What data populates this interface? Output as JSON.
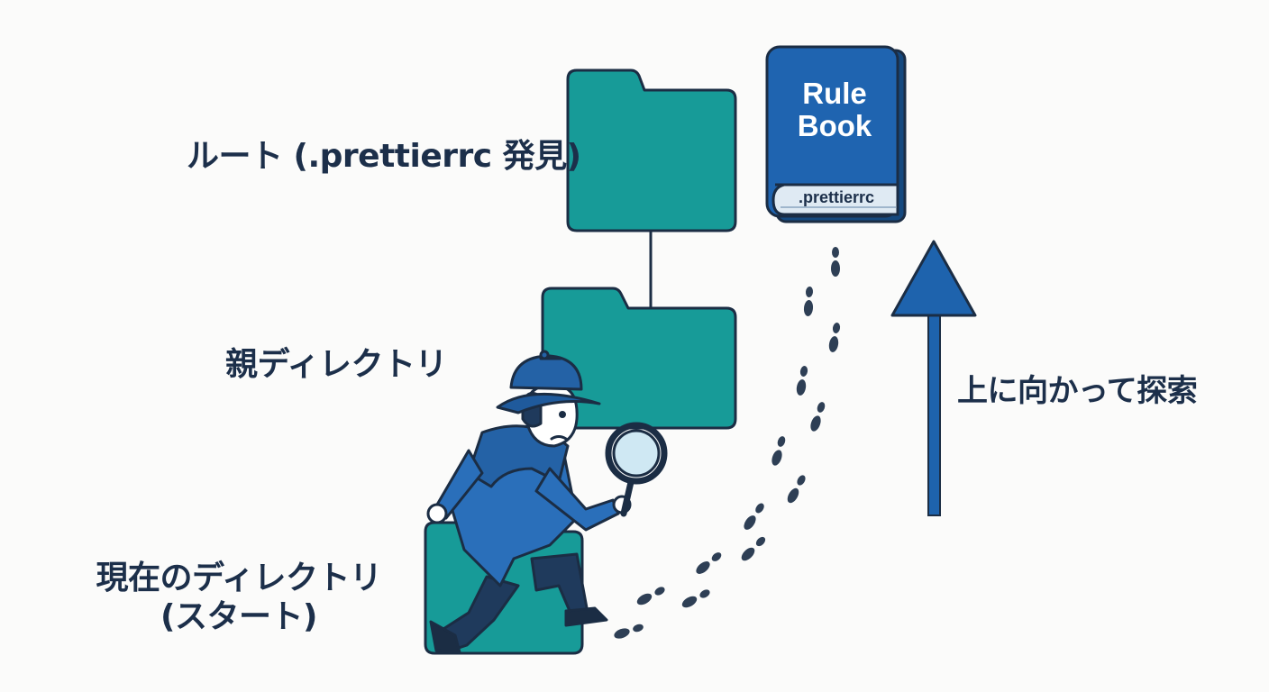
{
  "labels": {
    "root": "ルート (.prettierrc 発見)",
    "parent": "親ディレクトリ",
    "current_line1": "現在のディレクトリ",
    "current_line2": "(スタート)",
    "search": "上に向かって探索"
  },
  "book": {
    "title_line1": "Rule",
    "title_line2": "Book",
    "tag": ".prettierrc"
  },
  "colors": {
    "folder": "#179b98",
    "outline": "#1b2d44",
    "book": "#1f64b0",
    "arrow": "#1e63ad",
    "text": "#1c2f4a",
    "detective": "#2a6fba"
  }
}
